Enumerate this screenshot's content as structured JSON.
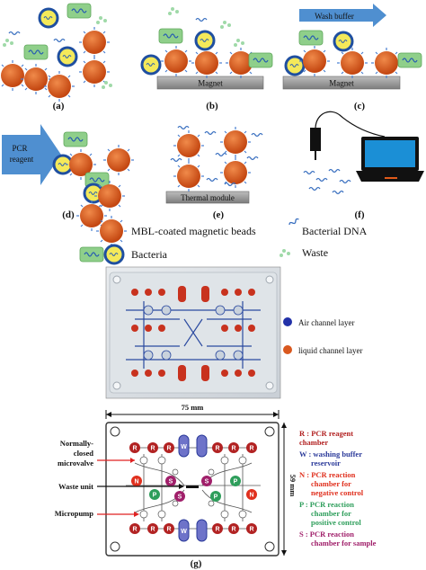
{
  "panels": {
    "a": "(a)",
    "b": "(b)",
    "c": "(c)",
    "d": "(d)",
    "e": "(e)",
    "f": "(f)",
    "g": "(g)"
  },
  "labels": {
    "magnet": "Magnet",
    "wash_buffer": "Wash buffer",
    "pcr_reagent_line1": "PCR",
    "pcr_reagent_line2": "reagent",
    "thermal_module": "Thermal module"
  },
  "legend": {
    "beads": "MBL-coated magnetic beads",
    "bacterial_dna": "Bacterial DNA",
    "bacteria": "Bacteria",
    "waste": "Waste"
  },
  "photo_legend": {
    "air": "Air channel layer",
    "liquid": "liquid channel layer"
  },
  "dimensions": {
    "width": "75 mm",
    "height": "59 mm"
  },
  "chip_labels": {
    "valve_line1": "Normally-",
    "valve_line2": "closed",
    "valve_line3": "microvalve",
    "waste_unit": "Waste unit",
    "micropump": "Micropump"
  },
  "chamber_letters": {
    "R": "R",
    "W": "W",
    "N": "N",
    "P": "P",
    "S": "S"
  },
  "chamber_legend": {
    "r1": "R : PCR reagent",
    "r2": "chamber",
    "w1": "W : washing buffer",
    "w2": "reservoir",
    "n1": "N : PCR reaction",
    "n2": "chamber for",
    "n3": "negative control",
    "p1": "P : PCR reaction",
    "p2": "chamber for",
    "p3": "positive control",
    "s1": "S : PCR reaction",
    "s2": "chamber for sample"
  },
  "colors": {
    "bead": "#d9581e",
    "bead_ring": "#1f4fa0",
    "bacteria": "#8fcf8a",
    "dna": "#3a70c0",
    "arrow": "#4f8fd0",
    "magnet": "#9a9a9a",
    "R": "#b22222",
    "W": "#2b3a9a",
    "N": "#e0301e",
    "P": "#2e9e5b",
    "S": "#a01f6a"
  }
}
